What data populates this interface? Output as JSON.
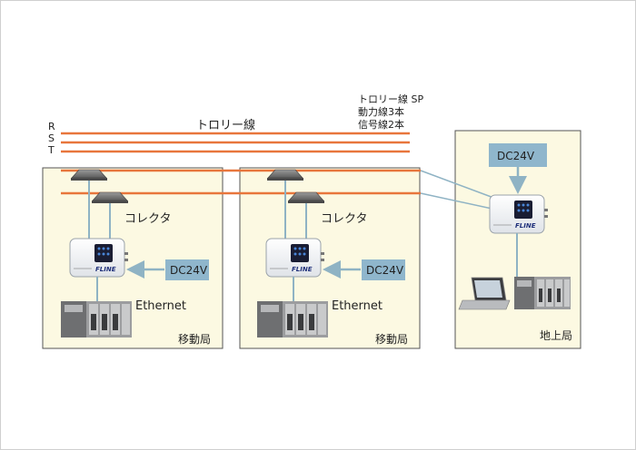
{
  "trolley": {
    "phase_labels": [
      "R",
      "S",
      "T"
    ],
    "line_label": "トロリー線",
    "spec_lines": [
      "トロリー線 SP",
      "動力線3本",
      "信号線2本"
    ]
  },
  "stations": [
    {
      "name": "移動局",
      "collector_label": "コレクタ",
      "power_label": "DC24V",
      "network_label": "Ethernet",
      "device_brand": "FLINE"
    },
    {
      "name": "移動局",
      "collector_label": "コレクタ",
      "power_label": "DC24V",
      "network_label": "Ethernet",
      "device_brand": "FLINE"
    }
  ],
  "ground_station": {
    "name": "地上局",
    "power_label": "DC24V",
    "device_brand": "FLINE"
  },
  "colors": {
    "trolley_line": "#e8763c",
    "station_fill": "#fcf9e2",
    "station_border": "#555555",
    "power_box": "#8fb6cc",
    "connection": "#8fb3c4"
  },
  "icons": {
    "collector": "collector-shoe-icon",
    "modem": "fline-modem-icon",
    "plc": "plc-rack-icon",
    "laptop": "laptop-icon"
  }
}
